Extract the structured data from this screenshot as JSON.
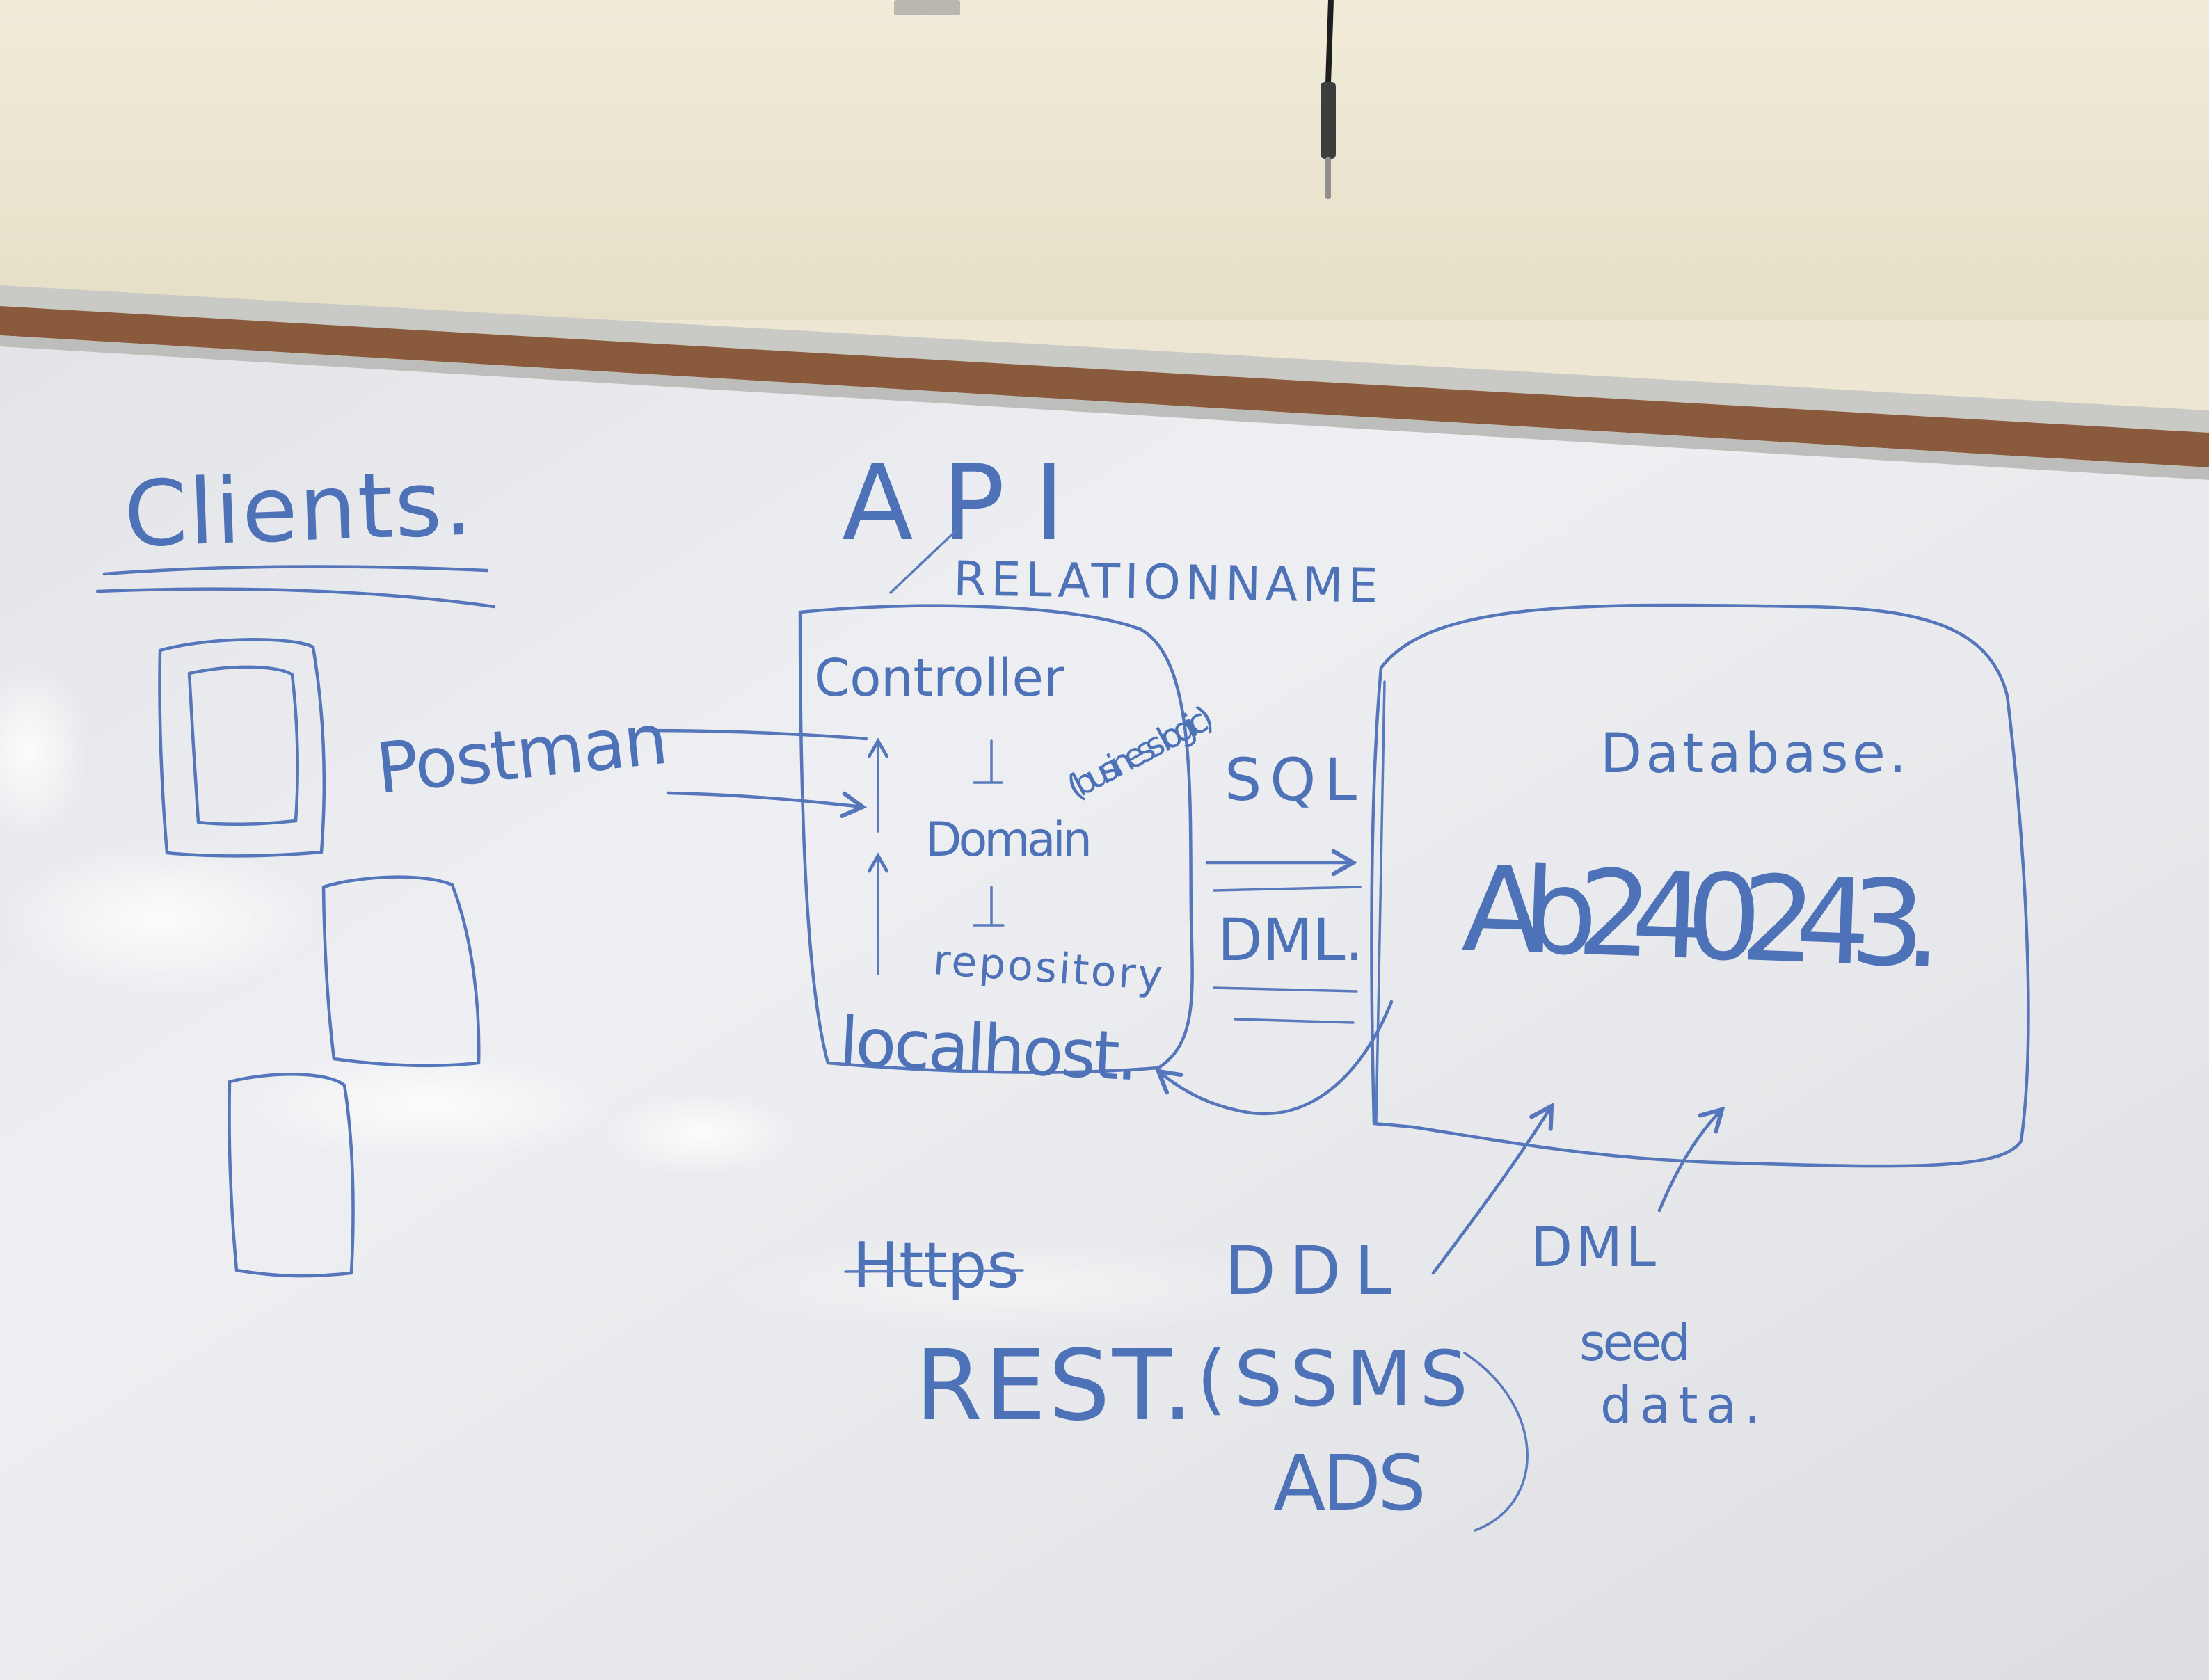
{
  "clients": {
    "heading": "Clients.",
    "tool": "Postman"
  },
  "api": {
    "heading": "API",
    "subheading": "RELATIONNAME",
    "layers": [
      "Controller",
      "Domain",
      "repository"
    ],
    "host": "localhost.",
    "note": "(business logic)"
  },
  "links": {
    "sql": "SQL",
    "dml": "DML."
  },
  "database": {
    "title": "Database.",
    "name": "Ab240243."
  },
  "tools": {
    "protocol": "Https",
    "style": "REST.",
    "ddl": "DDL",
    "ddl_tools": [
      "(SSMS",
      "ADS"
    ],
    "dml": "DML",
    "dml_note": [
      "seed",
      "data."
    ]
  },
  "colors": {
    "wall": "#ece6d2",
    "board": "#e9eaec",
    "frame_wood": "#8a5a3c",
    "marker_blue": "#4e72b8"
  }
}
